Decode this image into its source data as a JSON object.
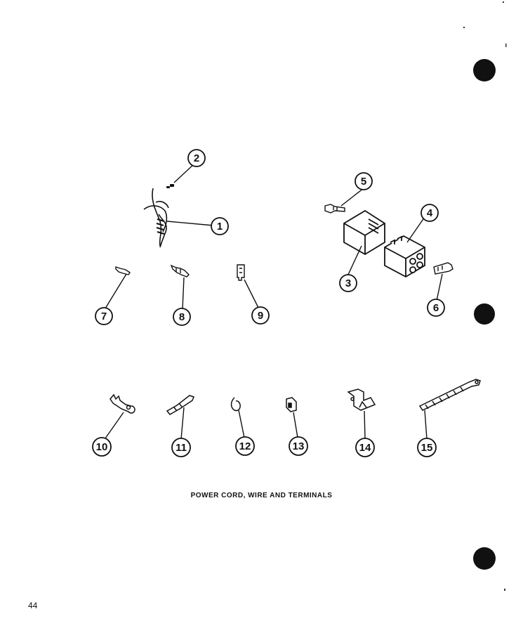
{
  "caption": "POWER CORD, WIRE AND TERMINALS",
  "page_number": "44",
  "callouts": [
    {
      "label": "1"
    },
    {
      "label": "2"
    },
    {
      "label": "3"
    },
    {
      "label": "4"
    },
    {
      "label": "5"
    },
    {
      "label": "6"
    },
    {
      "label": "7"
    },
    {
      "label": "8"
    },
    {
      "label": "9"
    },
    {
      "label": "10"
    },
    {
      "label": "11"
    },
    {
      "label": "12"
    },
    {
      "label": "13"
    },
    {
      "label": "14"
    },
    {
      "label": "15"
    }
  ]
}
